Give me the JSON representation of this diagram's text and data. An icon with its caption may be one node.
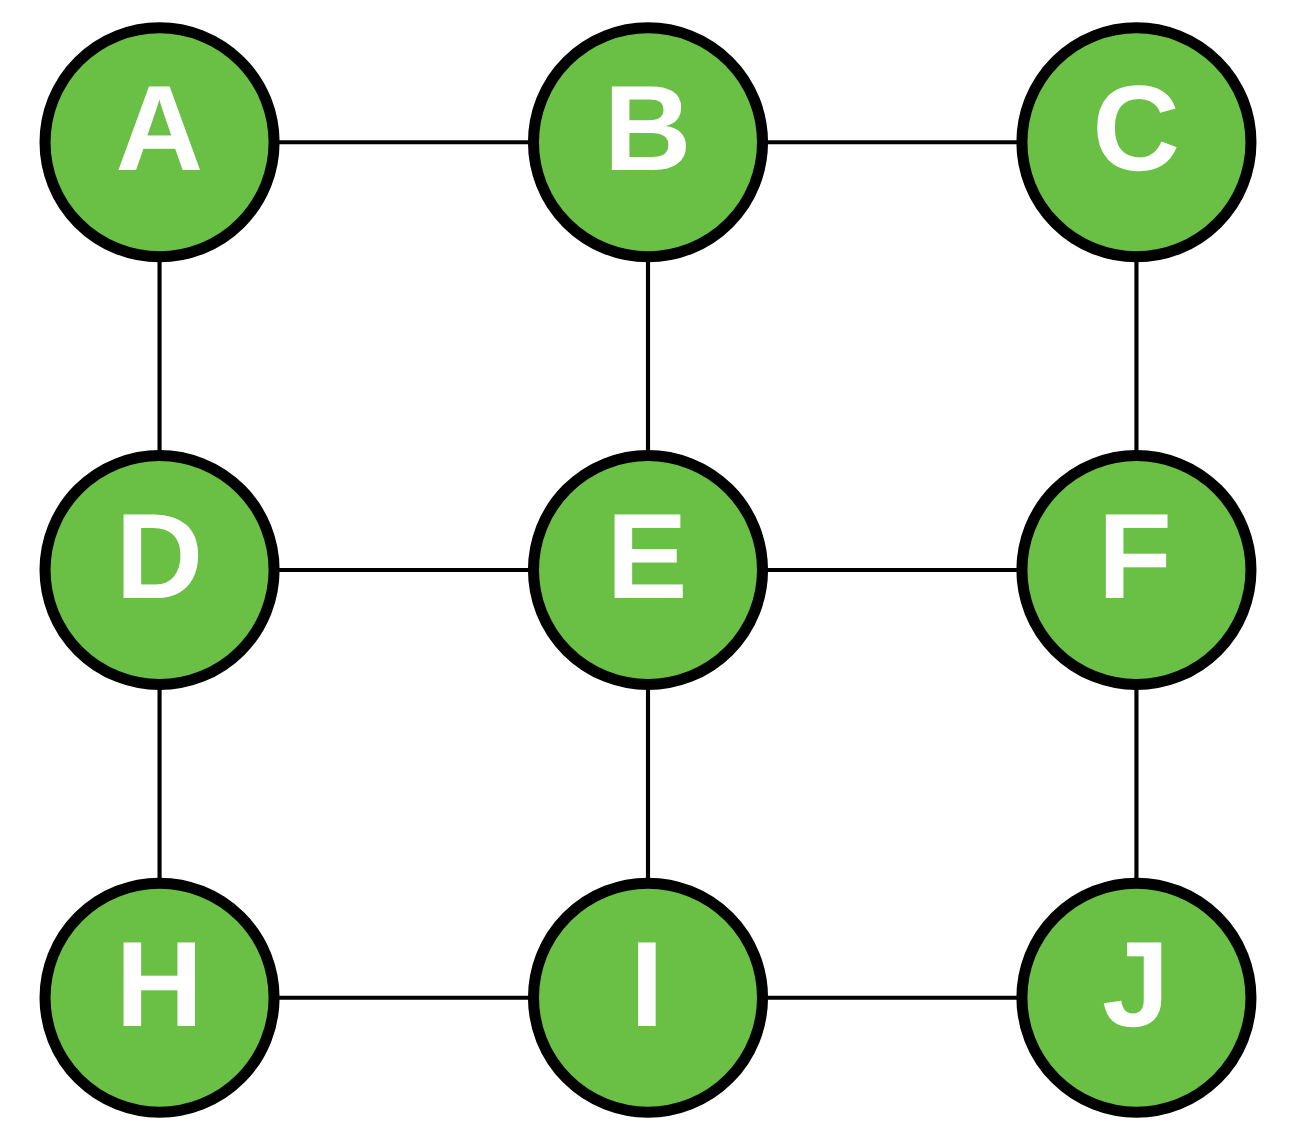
{
  "diagram": {
    "nodes": [
      {
        "text": [
          "A"
        ]
      },
      {
        "text": [
          "B"
        ]
      },
      {
        "text": [
          "C"
        ]
      },
      {
        "text": [
          "D"
        ]
      },
      {
        "text": [
          "E"
        ]
      },
      {
        "text": [
          "F"
        ]
      },
      {
        "text": [
          "H"
        ]
      },
      {
        "text": [
          "I"
        ]
      },
      {
        "text": [
          "J"
        ]
      }
    ],
    "edges": [
      {
        "from": 0,
        "to": 1,
        "arrow": "none"
      },
      {
        "from": 1,
        "to": 2,
        "arrow": "none"
      },
      {
        "from": 0,
        "to": 3,
        "arrow": "none"
      },
      {
        "from": 1,
        "to": 4,
        "arrow": "none"
      },
      {
        "from": 2,
        "to": 5,
        "arrow": "none"
      },
      {
        "from": 3,
        "to": 4,
        "arrow": "none"
      },
      {
        "from": 4,
        "to": 5,
        "arrow": "none"
      },
      {
        "from": 3,
        "to": 6,
        "arrow": "none"
      },
      {
        "from": 4,
        "to": 7,
        "arrow": "none"
      },
      {
        "from": 5,
        "to": 8,
        "arrow": "none"
      },
      {
        "from": 6,
        "to": 7,
        "arrow": "none"
      },
      {
        "from": 7,
        "to": 8,
        "arrow": "none"
      }
    ]
  }
}
